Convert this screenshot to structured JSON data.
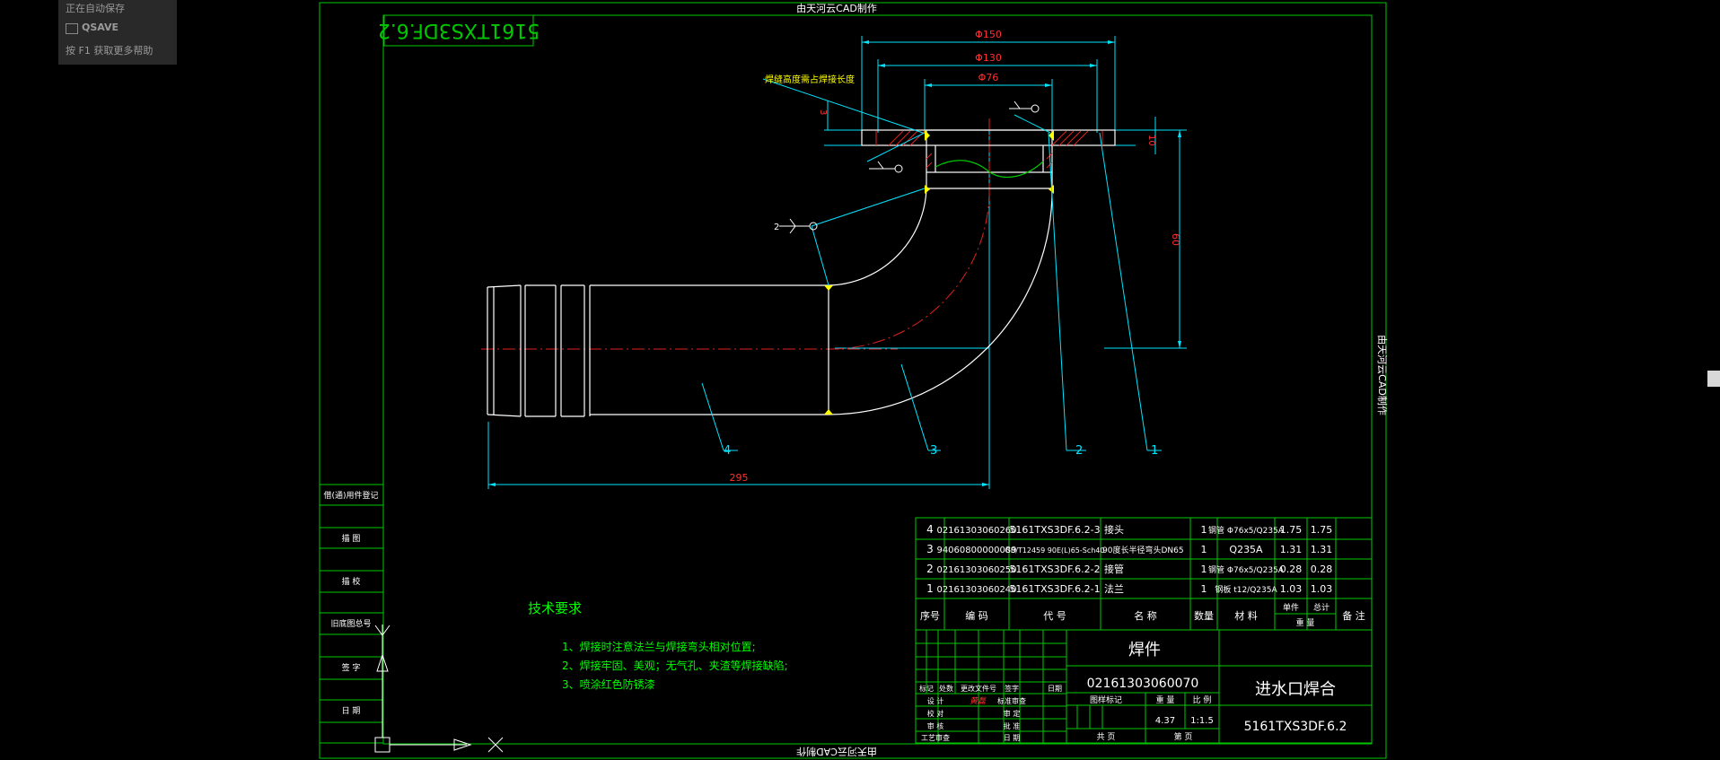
{
  "overlay": {
    "line1": "正在自动保存",
    "line2": "QSAVE",
    "line3": "按 F1 获取更多帮助"
  },
  "watermark": {
    "top": "由天河云CAD制作",
    "bottom": "由天河云CAD制作",
    "right": "由天河云CAD制作"
  },
  "stamp_box": "5161TXS3DF.6.2",
  "dimensions": {
    "d150": "Φ150",
    "d130": "Φ130",
    "d76": "Φ76",
    "h3": "3",
    "h10": "10",
    "h60": "60",
    "l295": "295"
  },
  "weld_note": "焊缝高度需占焊接长度",
  "callouts": [
    "4",
    "3",
    "2",
    "1"
  ],
  "weld_symbol_label": "2",
  "left_side_table": [
    "借(通)用件登记",
    "描 图",
    "描 校",
    "旧底图总号",
    "签 字",
    "日 期"
  ],
  "tech_requirements": {
    "title": "技术要求",
    "items": [
      "1、焊接时注意法兰与焊接弯头相对位置;",
      "2、焊接牢固、美观；无气孔、夹渣等焊接缺陷;",
      "3、喷涂红色防锈漆"
    ]
  },
  "bom": {
    "rows": [
      {
        "seq": "4",
        "code": "02161303060260",
        "ref": "5161TXS3DF.6.2-3",
        "name": "接头",
        "qty": "1",
        "material": "钢管 Φ76x5/Q235A",
        "unit_wt": "1.75",
        "total_wt": "1.75",
        "note": ""
      },
      {
        "seq": "3",
        "code": "94060800000089",
        "ref": "GB/T12459  90E(L)65-Sch40",
        "name": "90度长半径弯头DN65",
        "qty": "1",
        "material": "Q235A",
        "unit_wt": "1.31",
        "total_wt": "1.31",
        "note": ""
      },
      {
        "seq": "2",
        "code": "02161303060250",
        "ref": "5161TXS3DF.6.2-2",
        "name": "接管",
        "qty": "1",
        "material": "钢管 Φ76x5/Q235A",
        "unit_wt": "0.28",
        "total_wt": "0.28",
        "note": ""
      },
      {
        "seq": "1",
        "code": "02161303060240",
        "ref": "5161TXS3DF.6.2-1",
        "name": "法兰",
        "qty": "1",
        "material": "钢板 t12/Q235A",
        "unit_wt": "1.03",
        "total_wt": "1.03",
        "note": ""
      }
    ],
    "headers": {
      "seq": "序号",
      "code": "编  码",
      "ref": "代  号",
      "name": "名  称",
      "qty": "数量",
      "material": "材  料",
      "unit": "单件",
      "total": "总计",
      "weight": "重  量",
      "note": "备  注"
    }
  },
  "title_block": {
    "part_type": "焊件",
    "drawing_code": "02161303060070",
    "part_name": "进水口焊合",
    "drawing_no": "5161TXS3DF.6.2",
    "weight": "4.37",
    "scale": "1:1.5",
    "labels": {
      "mark": "标记",
      "count": "处数",
      "change_doc": "更改文件号",
      "sign": "签字",
      "date": "日期",
      "design": "设 计",
      "proofread": "校 对",
      "review": "审 核",
      "process": "工艺审查",
      "standard": "标准审查",
      "audit": "审 定",
      "approve": "批 准",
      "day": "日 期",
      "stage": "图样标记",
      "weight": "重 量",
      "scale": "比 例",
      "sheets": "共    页",
      "sheet": "第    页"
    },
    "designer_signature": "黄磊"
  },
  "colors": {
    "frame": "#00c800",
    "dimension": "#00e5ff",
    "centerline": "#e02020",
    "outline": "#ffffff",
    "weld": "#ffff00",
    "text_green": "#00ff00"
  }
}
